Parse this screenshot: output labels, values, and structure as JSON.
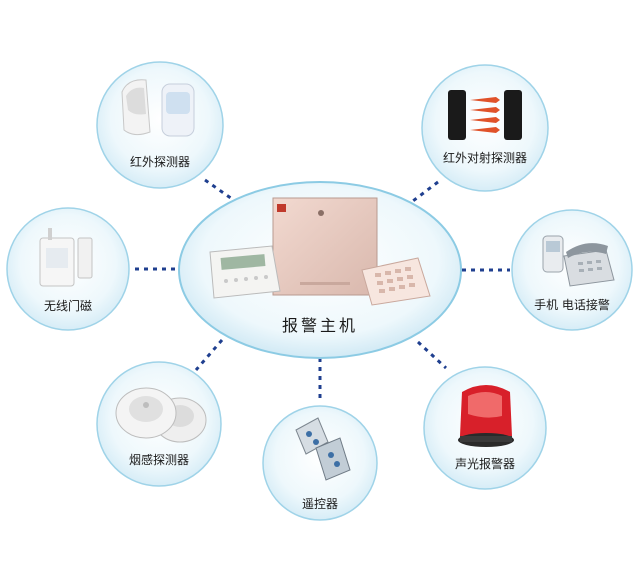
{
  "hub": {
    "label": "报警主机"
  },
  "nodes": {
    "pir": {
      "label": "红外探测器",
      "icon": "pir-detector-icon"
    },
    "beam": {
      "label": "红外对射探测器",
      "icon": "infrared-beam-detector-icon"
    },
    "magnetic": {
      "label": "无线门磁",
      "icon": "door-magnetic-sensor-icon"
    },
    "phone": {
      "label": "手机 电话接警",
      "icon": "phone-icon"
    },
    "smoke": {
      "label": "烟感探测器",
      "icon": "smoke-detector-icon"
    },
    "remote": {
      "label": "遥控器",
      "icon": "remote-control-icon"
    },
    "siren": {
      "label": "声光报警器",
      "icon": "siren-icon"
    }
  },
  "colors": {
    "circle_fill": "#e8f6fb",
    "circle_stroke": "#8ccbe4",
    "connector": "#1f3f8f",
    "siren_red": "#d8202a"
  }
}
